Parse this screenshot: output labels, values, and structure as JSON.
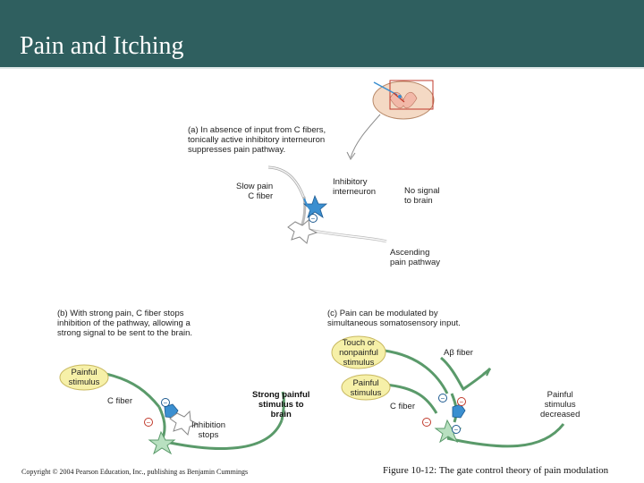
{
  "slide": {
    "title": "Pain and Itching"
  },
  "panel_a": {
    "caption": [
      "(a) In absence of input from C fibers,",
      "tonically active inhibitory interneuron",
      "suppresses pain pathway."
    ],
    "slow_pain_label": [
      "Slow pain",
      "C fiber"
    ],
    "interneuron_label": [
      "Inhibitory",
      "interneuron"
    ],
    "no_signal_label": [
      "No signal",
      "to brain"
    ],
    "ascending_label": [
      "Ascending",
      "pain pathway"
    ],
    "minus_sign": "−"
  },
  "panel_b": {
    "caption": [
      "(b) With strong pain, C fiber stops",
      "inhibition of the pathway, allowing a",
      "strong signal to be sent to the brain."
    ],
    "stimulus_label": [
      "Painful",
      "stimulus"
    ],
    "fiber_label": "C fiber",
    "signal_label": [
      "Strong painful",
      "stimulus to",
      "brain"
    ],
    "inhibition_label": [
      "Inhibition",
      "stops"
    ],
    "minus_sign": "−"
  },
  "panel_c": {
    "caption": [
      "(c) Pain can be modulated by",
      "simultaneous somatosensory input."
    ],
    "touch_label": [
      "Touch or",
      "nonpainful",
      "stimulus"
    ],
    "abeta_label": "Aβ fiber",
    "painful_label": [
      "Painful",
      "stimulus"
    ],
    "fiber_label": "C fiber",
    "decreased_label": [
      "Painful",
      "stimulus",
      "decreased"
    ],
    "minus_sign": "−"
  },
  "footer": {
    "copyright": "Copyright © 2004 Pearson Education, Inc., publishing as Benjamin Cummings",
    "figure_caption": "Figure 10-12: The gate control theory of pain modulation"
  },
  "colors": {
    "header": "#2f5f5f",
    "fiber_green": "#5a9a6a",
    "interneuron_blue": "#3b8fd0",
    "stimulus_yellow": "#f6f0a8",
    "inhibit_red": "#c0392b",
    "neuron_light": "#b8e0c0"
  }
}
